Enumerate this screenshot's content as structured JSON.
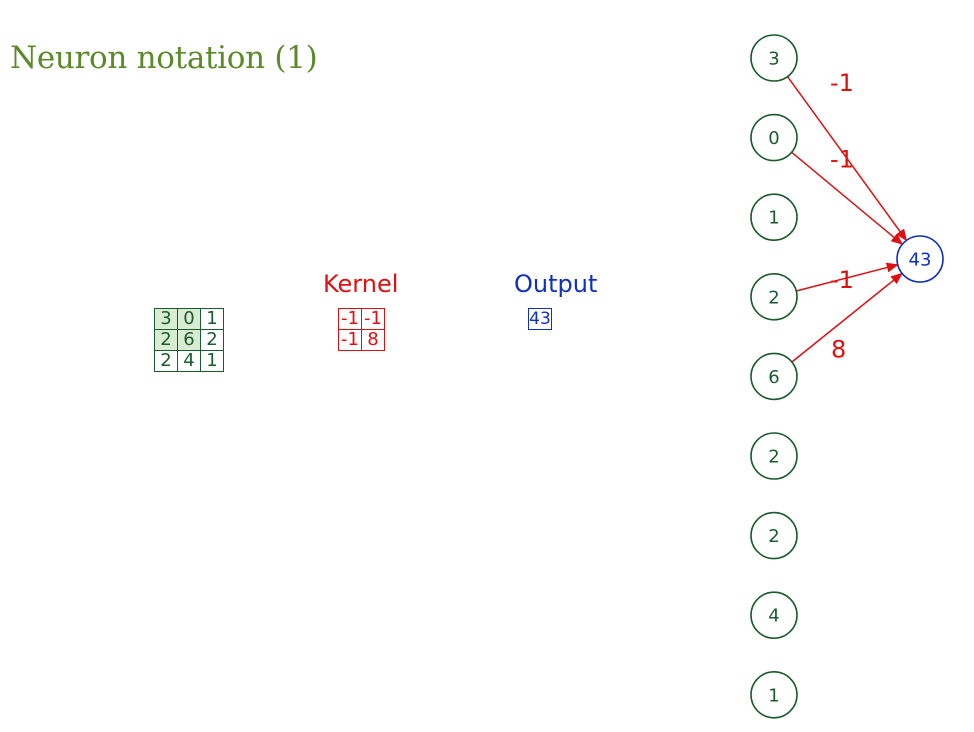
{
  "title": "Neuron notation (1)",
  "input_matrix": [
    [
      3,
      0,
      1
    ],
    [
      2,
      6,
      2
    ],
    [
      2,
      4,
      1
    ]
  ],
  "highlight_window": {
    "rows": [
      0,
      1
    ],
    "cols": [
      0,
      1
    ]
  },
  "kernel": {
    "label": "Kernel",
    "values": [
      [
        "-1",
        "-1"
      ],
      [
        "-1",
        "8"
      ]
    ]
  },
  "output": {
    "label": "Output",
    "values": [
      [
        "43"
      ]
    ]
  },
  "network": {
    "input_nodes": [
      "3",
      "0",
      "1",
      "2",
      "6",
      "2",
      "2",
      "4",
      "1"
    ],
    "output_node": "43",
    "connections": [
      {
        "from": 0,
        "weight": "-1"
      },
      {
        "from": 1,
        "weight": "-1"
      },
      {
        "from": 3,
        "weight": "-1"
      },
      {
        "from": 4,
        "weight": "8"
      }
    ]
  },
  "colors": {
    "title": "#5a8a2a",
    "input": "#1a5c2e",
    "highlight": "#d8ecd4",
    "kernel": "#e01010",
    "output": "#1030c0"
  }
}
